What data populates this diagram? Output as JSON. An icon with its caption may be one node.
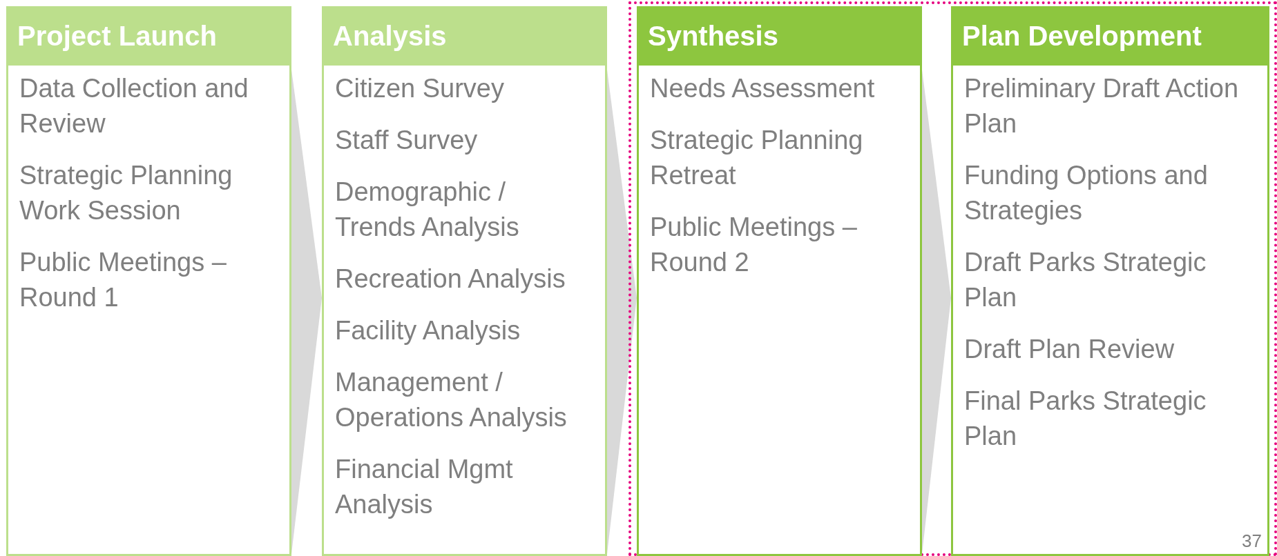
{
  "diagram": {
    "nodes": [
      {
        "text": [
          "Project Launch",
          "Data Collection and Review",
          "Strategic Planning Work Session",
          "Public Meetings – Round 1"
        ]
      },
      {
        "text": [
          "Analysis",
          "Citizen Survey",
          "Staff Survey",
          "Demographic / Trends Analysis",
          "Recreation Analysis",
          "Facility Analysis",
          "Management / Operations Analysis",
          "Financial Mgmt Analysis"
        ]
      },
      {
        "text": [],
        "shape": "box"
      },
      {
        "text": [
          "Synthesis",
          "Needs Assessment",
          "Strategic Planning Retreat",
          "Public Meetings – Round 2"
        ],
        "in": 2
      },
      {
        "text": [
          "Plan Development",
          "Preliminary Draft Action Plan",
          "Funding Options and Strategies",
          "Draft Parks Strategic Plan",
          "Draft Plan Review",
          "Final Parks Strategic Plan"
        ],
        "in": 2
      }
    ],
    "edges": [
      {
        "from": 0,
        "to": 1,
        "arrow": "to"
      },
      {
        "from": 1,
        "to": 3,
        "arrow": "to"
      },
      {
        "from": 3,
        "to": 4,
        "arrow": "to"
      }
    ],
    "labels": [
      "37"
    ]
  }
}
